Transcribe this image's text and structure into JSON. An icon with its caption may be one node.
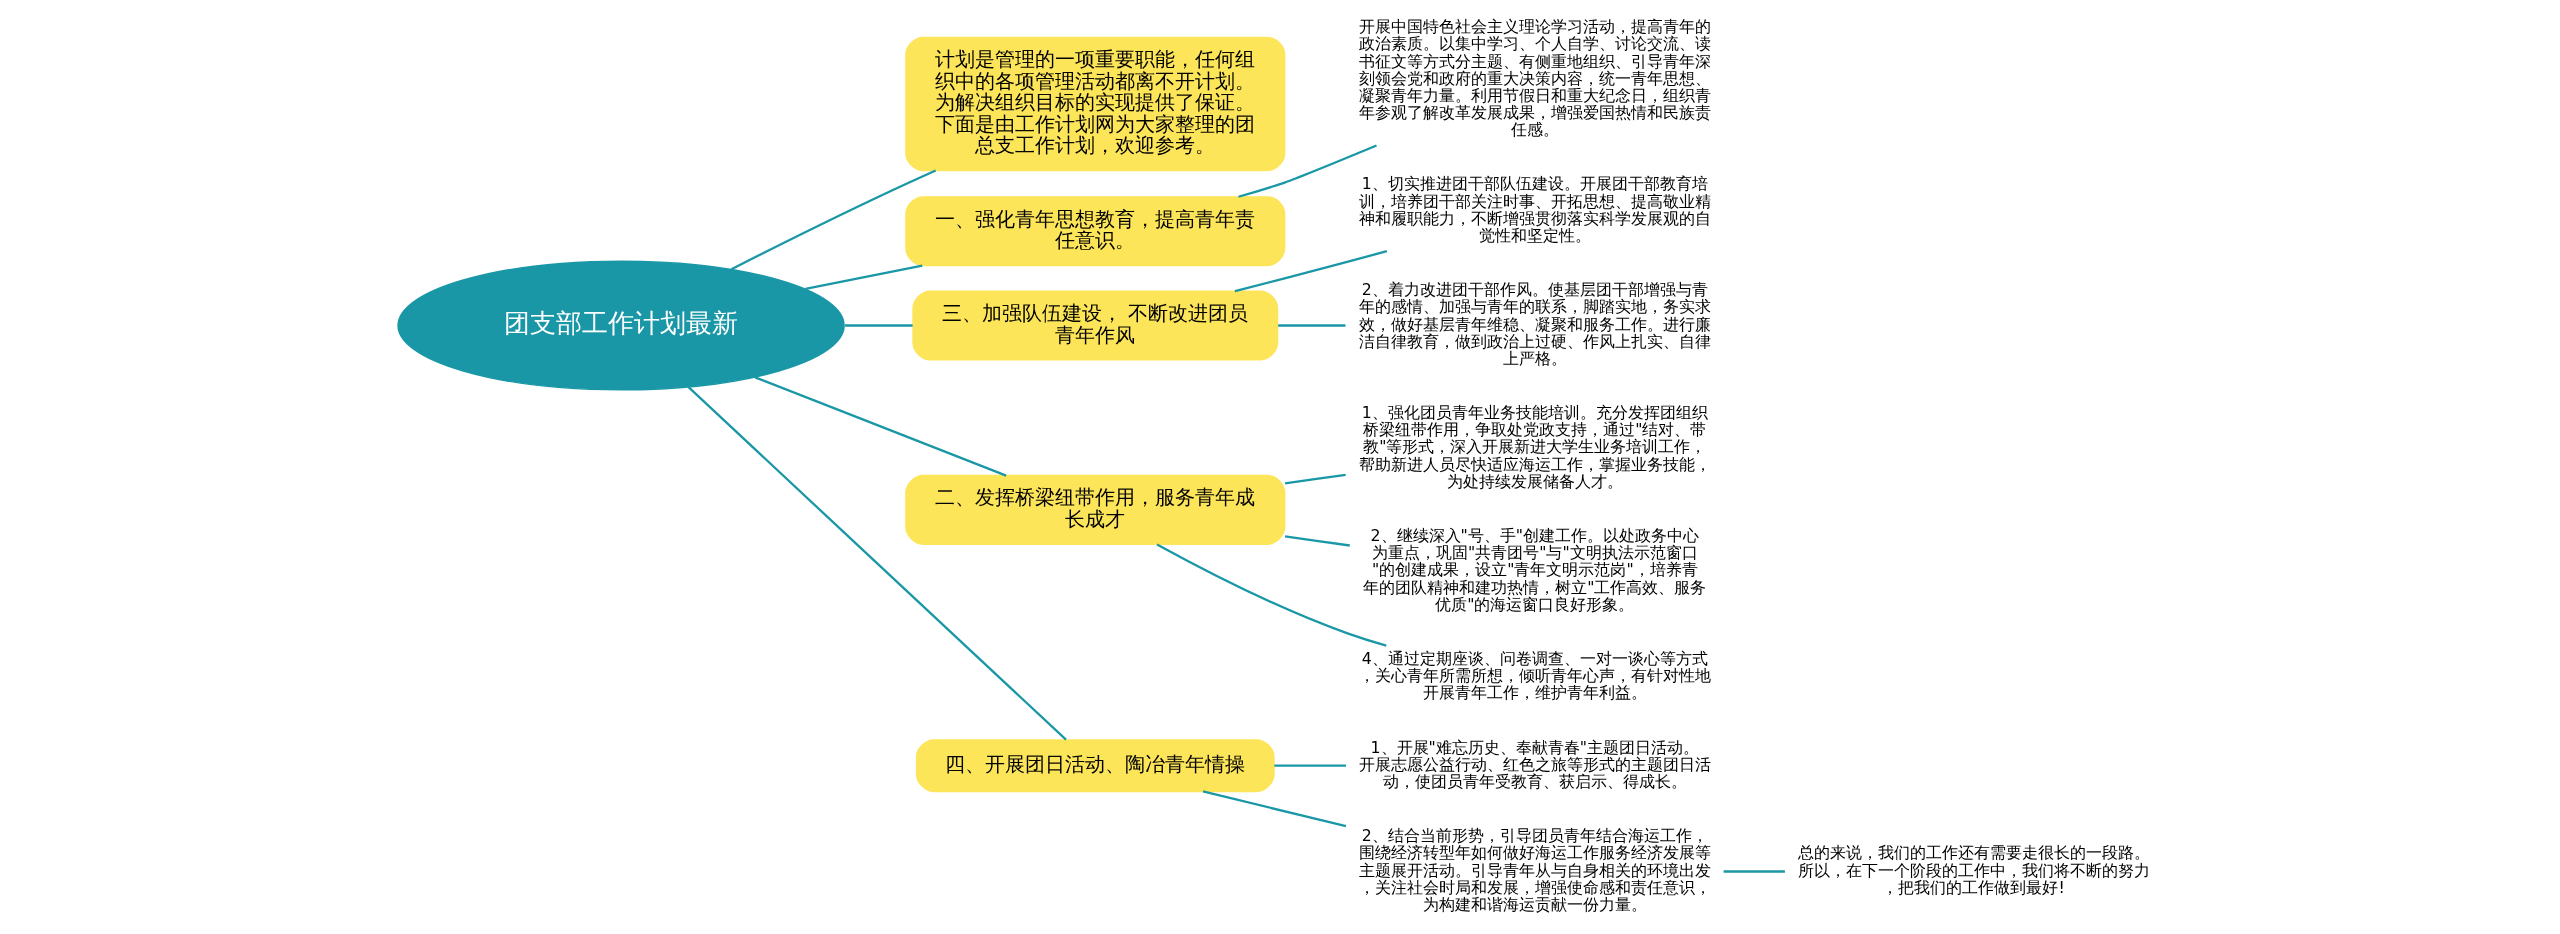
{
  "diagram": {
    "nodes": [
      {
        "text": [
          "团支部工作计划最新"
        ]
      },
      {
        "text": [
          "计划是管理的一项重要职能，任何组织中的各项管理活动都离不开计划。为解决组织目标的实现提供了保证。下面是由工作计划网为大家整理的团总支工作计划，欢迎参考。"
        ]
      },
      {
        "text": [
          "一、强化青年思想教育，提高青年责任意识。"
        ]
      },
      {
        "text": [
          "开展中国特色社会主义理论学习活动，提高青年的政治素质。以集中学习、个人自学、讨论交流、读书征文等方式分主题、有侧重地组织、引导青年深刻领会党和政府的重大决策内容，统一青年思想、凝聚青年力量。利用节假日和重大纪念日，组织青年参观了解改革发展成果，增强爱国热情和民族责任感。"
        ]
      },
      {
        "text": [
          "三、加强队伍建设， 不断改进团员青年作风"
        ]
      },
      {
        "text": [
          "1、切实推进团干部队伍建设。开展团干部教育培训，培养团干部关注时事、开拓思想、提高敬业精神和履职能力，不断增强贯彻落实科学发展观的自觉性和坚定性。"
        ]
      },
      {
        "text": [
          "2、着力改进团干部作风。使基层团干部增强与青年的感情、加强与青年的联系，脚踏实地，务实求效，做好基层青年维稳、凝聚和服务工作。进行廉洁自律教育，做到政治上过硬、作风上扎实、自律上严格。"
        ]
      },
      {
        "text": [
          "二、发挥桥梁纽带作用，服务青年成长成才"
        ]
      },
      {
        "text": [
          "1、强化团员青年业务技能培训。充分发挥团组织桥梁纽带作用，争取处党政支持，通过\"结对、带教\"等形式，深入开展新进大学生业务培训工作，帮助新进人员尽快适应海运工作，掌握业务技能，为处持续发展储备人才。"
        ]
      },
      {
        "text": [
          "2、继续深入\"号、手\"创建工作。以处政务中心为重点，巩固\"共青团号\"与\"文明执法示范窗口\"的创建成果，设立\"青年文明示范岗\"，培养青年的团队精神和建功热情，树立\"工作高效、服务优质\"的海运窗口良好形象。"
        ]
      },
      {
        "text": [
          "4、通过定期座谈、问卷调查、一对一谈心等方式，关心青年所需所想，倾听青年心声，有针对性地开展青年工作，维护青年利益。"
        ]
      },
      {
        "text": [
          "四、开展团日活动、陶冶青年情操"
        ]
      },
      {
        "text": [
          "1、开展\"难忘历史、奉献青春\"主题团日活动。开展志愿公益行动、红色之旅等形式的主题团日活动，使团员青年受教育、获启示、得成长。"
        ]
      },
      {
        "text": [
          "2、结合当前形势，引导团员青年结合海运工作，围绕经济转型年如何做好海运工作服务经济发展等主题展开活动。引导青年从与自身相关的环境出发，关注社会时局和发展，增强使命感和责任意识，为构建和谐海运贡献一份力量。"
        ]
      },
      {
        "text": [
          "总的来说，我们的工作还有需要走很长的一段路。所以，在下一个阶段的工作中，我们将不断的努力，把我们的工作做到最好!"
        ]
      }
    ],
    "edges": [
      {
        "from": 0,
        "to": 1,
        "arrow": "none"
      },
      {
        "from": 0,
        "to": 2,
        "arrow": "none"
      },
      {
        "from": 2,
        "to": 3,
        "arrow": "none"
      },
      {
        "from": 0,
        "to": 4,
        "arrow": "none"
      },
      {
        "from": 4,
        "to": 5,
        "arrow": "none"
      },
      {
        "from": 4,
        "to": 6,
        "arrow": "none"
      },
      {
        "from": 0,
        "to": 7,
        "arrow": "none"
      },
      {
        "from": 7,
        "to": 8,
        "arrow": "none"
      },
      {
        "from": 7,
        "to": 9,
        "arrow": "none"
      },
      {
        "from": 7,
        "to": 10,
        "arrow": "none"
      },
      {
        "from": 0,
        "to": 11,
        "arrow": "none"
      },
      {
        "from": 11,
        "to": 12,
        "arrow": "none"
      },
      {
        "from": 11,
        "to": 13,
        "arrow": "none"
      },
      {
        "from": 13,
        "to": 14,
        "arrow": "none"
      }
    ]
  }
}
